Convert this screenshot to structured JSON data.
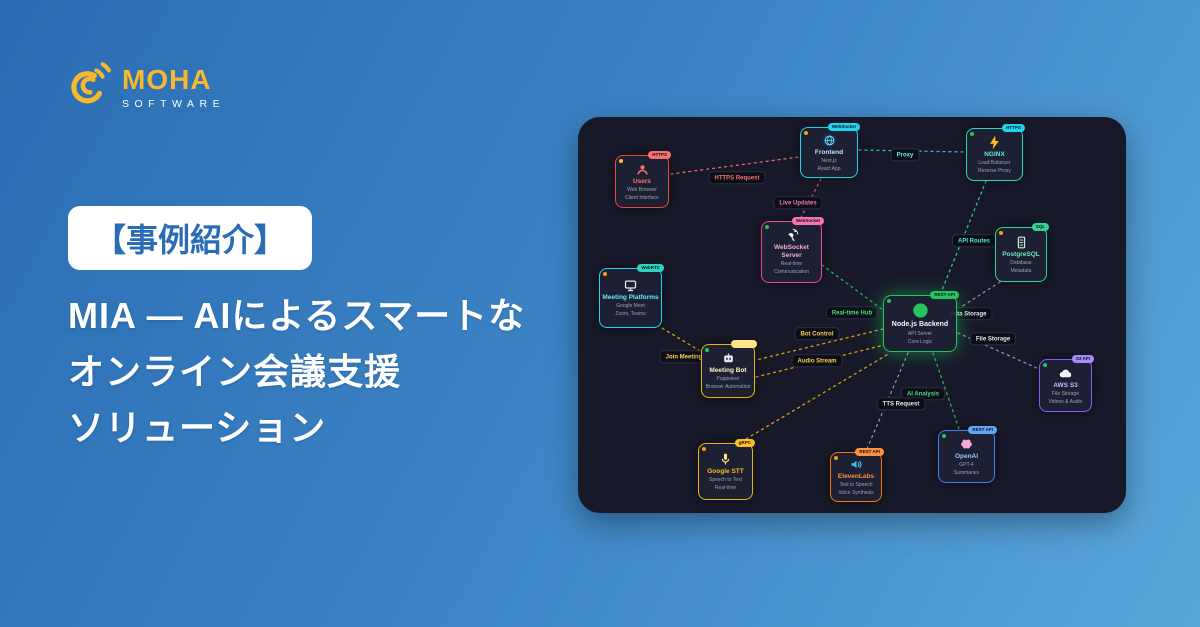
{
  "brand": {
    "name": "MOHA",
    "subtitle": "SOFTWARE"
  },
  "hero": {
    "badge": "【事例紹介】",
    "title_line1": "MIA — AIによるスマートな",
    "title_line2": "オンライン会議支援",
    "title_line3": "ソリューション"
  },
  "palette": {
    "background_blue": "#3b83c4",
    "panel_dark": "#171929",
    "brand_yellow": "#f5b82e",
    "accent_red": "#f87171",
    "accent_cyan": "#22d3ee",
    "accent_teal": "#2dd4bf",
    "accent_pink": "#ec4899",
    "accent_green": "#22c55e",
    "accent_yellow": "#eab308",
    "accent_orange": "#f97316",
    "accent_purple": "#8b5cf6",
    "accent_blue": "#3b82f6"
  },
  "diagram": {
    "nodes": [
      {
        "id": "users",
        "title": "Users",
        "sub1": "Web Browser",
        "sub2": "Client Interface",
        "badge": "HTTPS"
      },
      {
        "id": "frontend",
        "title": "Frontend",
        "sub1": "Next.js",
        "sub2": "React App",
        "badge": "WebSocket"
      },
      {
        "id": "nginx",
        "title": "NGINX",
        "sub1": "Load Balancer",
        "sub2": "Reverse Proxy",
        "badge": "HTTPS"
      },
      {
        "id": "websocket-server",
        "title": "WebSocket Server",
        "sub1": "Real-time",
        "sub2": "Communication",
        "badge": "WebSocket"
      },
      {
        "id": "meeting-platforms",
        "title": "Meeting Platforms",
        "sub1": "Google Meet",
        "sub2": "Zoom, Teams",
        "badge": "WebRTC"
      },
      {
        "id": "postgresql",
        "title": "PostgreSQL",
        "sub1": "Database",
        "sub2": "Metadata",
        "badge": "SQL"
      },
      {
        "id": "nodejs-backend",
        "title": "Node.js Backend",
        "sub1": "API Server",
        "sub2": "Core Logic",
        "badge": "REST API"
      },
      {
        "id": "meeting-bot",
        "title": "Meeting Bot",
        "sub1": "Puppeteer",
        "sub2": "Browser Automation",
        "badge": ""
      },
      {
        "id": "aws-s3",
        "title": "AWS S3",
        "sub1": "File Storage",
        "sub2": "Videos & Audio",
        "badge": "S3 API"
      },
      {
        "id": "google-stt",
        "title": "Google STT",
        "sub1": "Speech to Text",
        "sub2": "Real-time",
        "badge": "gRPC"
      },
      {
        "id": "elevenlabs",
        "title": "ElevenLabs",
        "sub1": "Text to Speech",
        "sub2": "Voice Synthesis",
        "badge": "REST API"
      },
      {
        "id": "openai",
        "title": "OpenAI",
        "sub1": "GPT-4",
        "sub2": "Summaries",
        "badge": "REST API"
      }
    ],
    "edge_labels": [
      {
        "text": "HTTPS Request",
        "color": "#f87171"
      },
      {
        "text": "Proxy",
        "color": "#67e8f9"
      },
      {
        "text": "Live Updates",
        "color": "#f472b6"
      },
      {
        "text": "API Routes",
        "color": "#5eead4"
      },
      {
        "text": "Real-time Hub",
        "color": "#4ade80"
      },
      {
        "text": "Bot Control",
        "color": "#fcd34d"
      },
      {
        "text": "Audio Stream",
        "color": "#fcd34d"
      },
      {
        "text": "Join Meeting",
        "color": "#fcd34d"
      },
      {
        "text": "Data Storage",
        "color": "#e2e8f0"
      },
      {
        "text": "File Storage",
        "color": "#e2e8f0"
      },
      {
        "text": "AI Analysis",
        "color": "#4ade80"
      },
      {
        "text": "TTS Request",
        "color": "#e2e8f0"
      }
    ]
  }
}
